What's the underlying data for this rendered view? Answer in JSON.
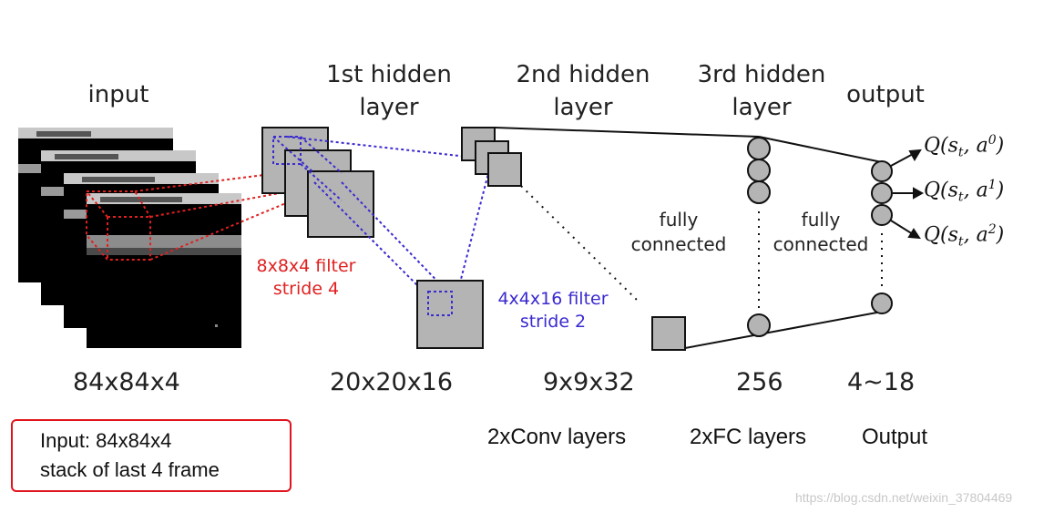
{
  "headers": {
    "input": "input",
    "hidden1": "1st hidden layer",
    "hidden2": "2nd hidden layer",
    "hidden3": "3rd hidden layer",
    "output": "output"
  },
  "dimensions": {
    "input": "84x84x4",
    "hidden1": "20x20x16",
    "hidden2": "9x9x32",
    "hidden3": "256",
    "output": "4~18"
  },
  "filters": {
    "conv1": [
      "8x8x4 filter",
      "stride 4"
    ],
    "conv2": [
      "4x4x16 filter",
      "stride 2"
    ]
  },
  "connections": {
    "fc1": [
      "fully",
      "connected"
    ],
    "fc2": [
      "fully",
      "connected"
    ]
  },
  "outputs": [
    "Q(s_t, a^0)",
    "Q(s_t, a^1)",
    "Q(s_t, a^2)"
  ],
  "groups": {
    "conv": "2xConv layers",
    "fc": "2xFC layers",
    "out": "Output"
  },
  "note": [
    "Input: 84x84x4",
    "stack of last 4 frame"
  ],
  "watermark": "https://blog.csdn.net/weixin_37804469",
  "colors": {
    "filter1": "#e02020",
    "filter2": "#3a2ad0",
    "note_border": "#e0141e",
    "layer_fill": "#b4b4b4"
  }
}
